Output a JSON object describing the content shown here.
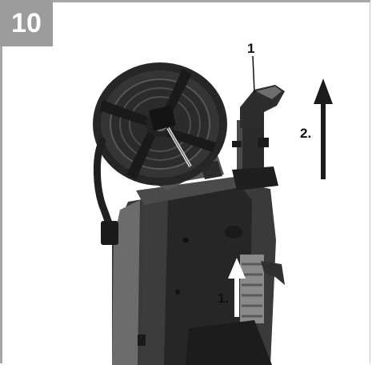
{
  "step": {
    "number": "10"
  },
  "callouts": {
    "part_number": "1",
    "action_second": "2.",
    "action_first": "1."
  },
  "colors": {
    "badge_bg": "#9c9c9c",
    "frame": "#a7a7a7",
    "body_dark": "#2a2a2a",
    "body_mid": "#5a5a5a",
    "arrow_dark": "#1c1c1c"
  },
  "icons": {
    "up_arrow_large": "arrow-up-icon",
    "up_arrow_small": "arrow-up-icon"
  }
}
